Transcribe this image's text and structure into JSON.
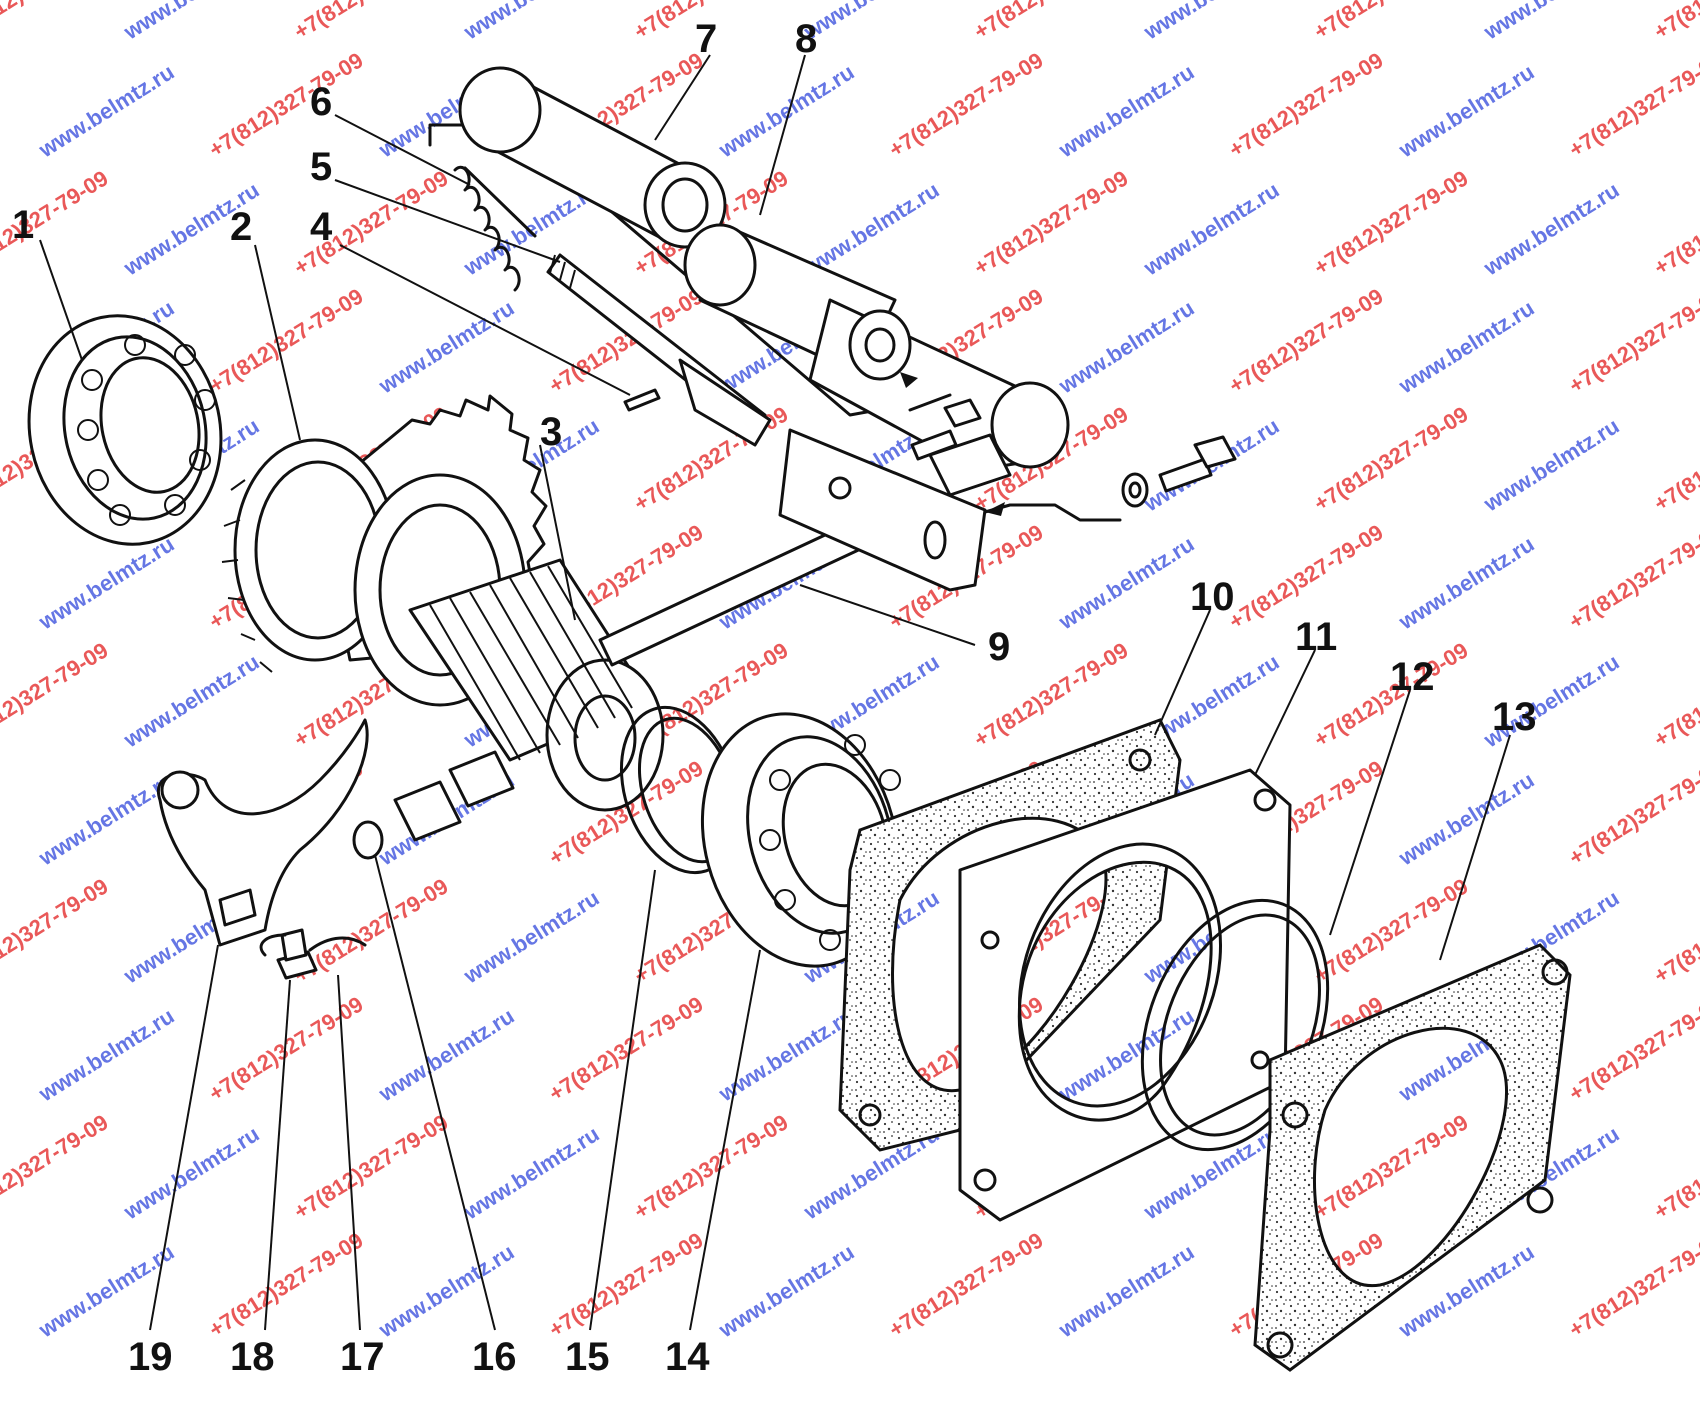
{
  "diagram": {
    "callouts": [
      {
        "id": "1",
        "label": "1"
      },
      {
        "id": "2",
        "label": "2"
      },
      {
        "id": "3",
        "label": "3"
      },
      {
        "id": "4",
        "label": "4"
      },
      {
        "id": "5",
        "label": "5"
      },
      {
        "id": "6",
        "label": "6"
      },
      {
        "id": "7",
        "label": "7"
      },
      {
        "id": "8",
        "label": "8"
      },
      {
        "id": "9",
        "label": "9"
      },
      {
        "id": "10",
        "label": "10"
      },
      {
        "id": "11",
        "label": "11"
      },
      {
        "id": "12",
        "label": "12"
      },
      {
        "id": "13",
        "label": "13"
      },
      {
        "id": "14",
        "label": "14"
      },
      {
        "id": "15",
        "label": "15"
      },
      {
        "id": "16",
        "label": "16"
      },
      {
        "id": "17",
        "label": "17"
      },
      {
        "id": "18",
        "label": "18"
      },
      {
        "id": "19",
        "label": "19"
      }
    ]
  },
  "watermark": {
    "site": "www.belmtz.ru",
    "phone": "+7(812)327-79-09",
    "colors": {
      "site": "#4a5ee0",
      "phone": "#e63a3a"
    }
  },
  "colors": {
    "ink": "#111111",
    "paper": "#ffffff"
  }
}
